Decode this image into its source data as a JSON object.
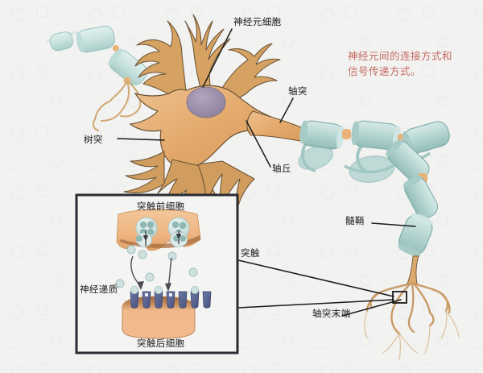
{
  "figure": {
    "title_caption": {
      "line1": "神经元间的连接方式和",
      "line2": "信号传递方式。",
      "color": "#c4685c"
    },
    "background_color": "#f2f2f0",
    "labels": {
      "neuron_cell": "神经元细胞",
      "axon": "轴突",
      "dendrite": "树突",
      "axon_hillock": "轴丘",
      "myelin_sheath": "髓鞘",
      "synapse": "突触",
      "axon_terminal": "轴突末端"
    },
    "inset": {
      "presynaptic_cell": "突触前细胞",
      "neurotransmitter": "神经递质",
      "postsynaptic_cell": "突触后细胞",
      "border_color": "#2b2b33",
      "vesicle_count_left": 4,
      "vesicle_count_right": 3,
      "receptor_count": 7
    },
    "colors": {
      "soma": "#e3a869",
      "soma_light": "#edc08e",
      "nucleus": "#9a8da6",
      "dendrite": "#c89a66",
      "myelin": "#b6d4d1",
      "myelin_dark": "#8fb9b4",
      "node_of_ranvier": "#e8b278",
      "receptor": "#5a6492",
      "vesicle": "#cfe0df",
      "vesicle_dot": "#79a9a6",
      "leader_line": "#1a1a1a"
    }
  }
}
